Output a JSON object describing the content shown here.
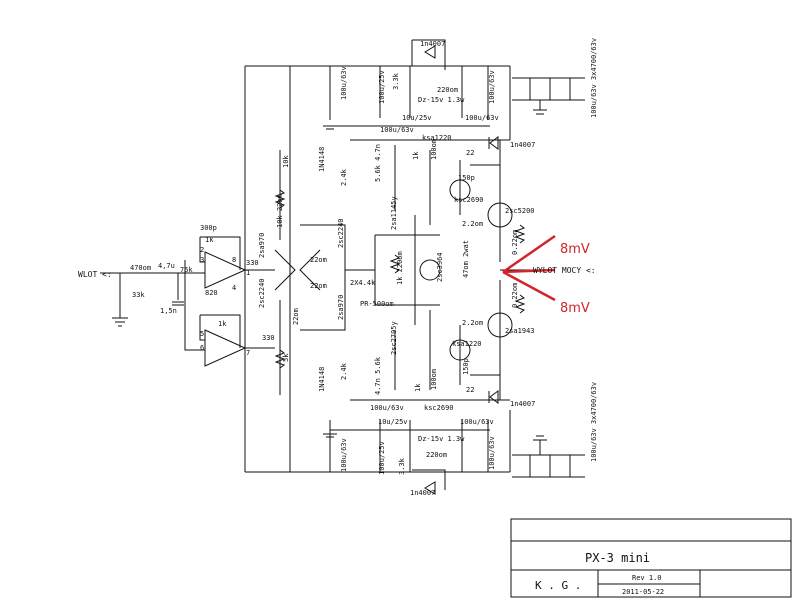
{
  "input": {
    "label": "WLOT <:"
  },
  "output": {
    "label": "WYLOT MOCY <:"
  },
  "annotations": {
    "upper": "8mV",
    "lower": "8mV"
  },
  "colors": {
    "annotation": "#d2252a",
    "ink": "#111111"
  },
  "components": {
    "r_in": "470om",
    "c_in": "4,7u",
    "r_75k": "75k",
    "r_33k": "33k",
    "c_1n5": "1,5n",
    "c_300p": "300p",
    "r_1k_a": "1k",
    "r_820": "820",
    "r_1k_b": "1k",
    "r_330_a": "330",
    "r_330_b": "330",
    "r_10k": "10k",
    "r_10k_22om": "10k 22om",
    "q_2sa970_a": "2sa970",
    "q_2sc2240_a": "2sc2240",
    "q_2sc2240_b": "2sc2240",
    "q_2sa970_b": "2sa970",
    "r_22om_a": "22om",
    "r_22om_b": "22om",
    "r_22om_c": "22om",
    "r_22om_d": "22om",
    "r_2x4k4": "2X4.4k",
    "r_2k4_a": "2.4k",
    "r_2k4_b": "2.4k",
    "r_5k": "5k",
    "d_1n4148_a": "1N4148",
    "d_1n4148_b": "1N4148",
    "r_5k6_a": "5.6k 4.7n",
    "r_5k6_b": "4.7n 5.6k",
    "q_2sa1145y": "2sa1145y",
    "q_2sc2705y": "2sc2705y",
    "r_1k_c": "1k",
    "r_1k_d": "1k",
    "r_100om_a": "100om",
    "r_100om_b": "100om",
    "r_1k_220om": "1k 220om",
    "pr_500": "PR-500om",
    "q_2sc3964": "2sc3964",
    "r_47om": "47om 2wat",
    "c_150p_a": "150p",
    "c_150p_b": "150p",
    "q_ksa1220_a": "ksa1220",
    "q_ksa1220_b": "ksa1220",
    "q_ksc2690_a": "ksc2690",
    "q_ksc2690_b": "ksc2690",
    "r_2r2_a": "2.2om",
    "r_2r2_b": "2.2om",
    "q_2sc5200": "2sc5200",
    "q_2sa1943": "2sa1943",
    "r_022_a": "0.22om",
    "r_022_b": "0.22om",
    "r_22_a": "22",
    "r_22_b": "22",
    "d_1n4007_a": "1n4007",
    "d_1n4007_b": "1n4007",
    "d_1n4007_c": "1n4007",
    "d_1n4007_d": "1n4007",
    "c_100u63_a": "100u/63v",
    "c_100u63_b": "100u/63v",
    "c_100u25_a": "100u/25v",
    "c_100u25_b": "100u/25v",
    "r_3k3_a": "3.3k",
    "r_3k3_b": "3.3k",
    "r_220om_a": "220om",
    "r_220om_b": "220om",
    "dz_a": "Dz-15v 1.3w",
    "dz_b": "Dz-15v 1.3w",
    "c_10u25_a": "10u/25v",
    "c_10u25_b": "10u/25v",
    "c_100u63_c": "100u/63v",
    "c_100u63_d": "100u/63v",
    "c_100u63_e": "100u/63v",
    "c_100u63_f": "100u/63v",
    "c_100u63_g": "100u/63v",
    "c_100u63_h": "100u/63v",
    "c_bank_a": "100u/63v 3x4700/63v",
    "c_bank_b": "100u/63v 3x4700/63v",
    "pins": [
      "1",
      "2",
      "3",
      "4",
      "5",
      "6",
      "7",
      "8"
    ]
  },
  "title_block": {
    "title": "PX-3 mini",
    "author": "K . G .",
    "rev": "Rev 1.0",
    "date": "2011-05-22"
  }
}
